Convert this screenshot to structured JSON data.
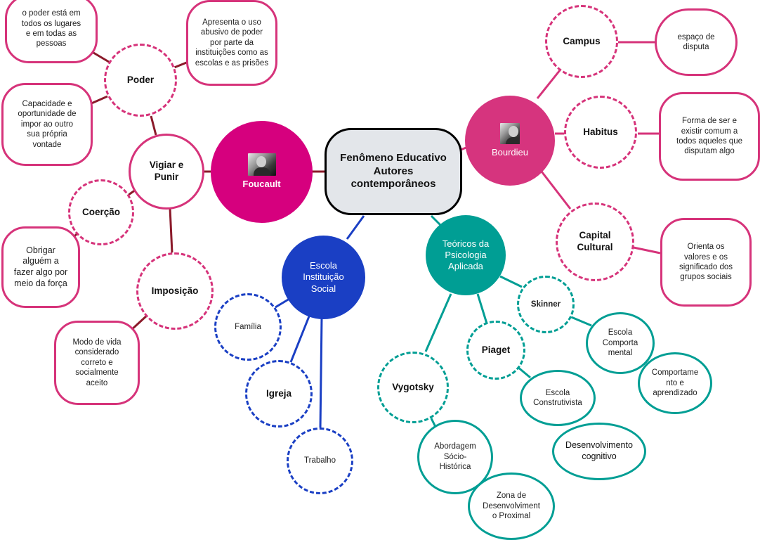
{
  "diagram": {
    "type": "mind-map",
    "colors": {
      "pink_main": "#d6007e",
      "pink_bourdieu": "#d6347e",
      "pink_stroke": "#d6337a",
      "foucault_link": "#8b1a2a",
      "blue": "#1a3fc4",
      "teal": "#009e94",
      "central_fill": "#e3e6ea",
      "central_stroke": "#000000"
    },
    "central": {
      "label": "Fenômeno Educativo\nAutores\ncontemporâneos"
    },
    "foucault": {
      "label": "Foucault",
      "photo_icon": "portrait-photo",
      "concepts": {
        "vigiar_punir": "Vigiar e\nPunir",
        "poder": "Poder",
        "coercao": "Coerção",
        "imposicao": "Imposição"
      },
      "descriptions": {
        "poder_1": "o poder está em\ntodos os lugares\ne em todas as\npessoas",
        "poder_2": "Apresenta o uso\nabusivo de poder\npor parte da\ninstituições como as\nescolas e as prisões",
        "poder_3": "Capacidade e\noportunidade de\nimpor ao outro\nsua própria\nvontade",
        "coercao": "Obrigar\nalguém a\nfazer algo por\nmeio da força",
        "imposicao": "Modo de vida\nconsiderado\ncorreto e\nsocialmente\naceito"
      }
    },
    "bourdieu": {
      "label": "Bourdieu",
      "photo_icon": "portrait-photo",
      "concepts": {
        "campus": "Campus",
        "habitus": "Habitus",
        "capital": "Capital\nCultural"
      },
      "descriptions": {
        "campus": "espaço de\ndisputa",
        "habitus": "Forma de ser e\nexistir comum a\ntodos aqueles que\ndisputam algo",
        "capital": "Orienta os\nvalores e os\nsignificado dos\ngrupos sociais"
      }
    },
    "escola": {
      "label": "Escola\nInstituição\nSocial",
      "items": {
        "familia": "Família",
        "igreja": "Igreja",
        "trabalho": "Trabalho"
      }
    },
    "psicologia": {
      "label": "Teóricos da\nPsicologia\nAplicada",
      "theorists": {
        "skinner": "Skinner",
        "piaget": "Piaget",
        "vygotsky": "Vygotsky"
      },
      "descriptions": {
        "skinner_1": "Escola\nComporta\nmental",
        "skinner_2": "Comportame\nnto e\naprendizado",
        "piaget_1": "Escola\nConstrutivista",
        "piaget_2": "Desenvolvimento\ncognitivo",
        "vygotsky_1": "Abordagem\nSócio-\nHistórica",
        "vygotsky_2": "Zona de\nDesenvolviment\no Proximal"
      }
    }
  }
}
